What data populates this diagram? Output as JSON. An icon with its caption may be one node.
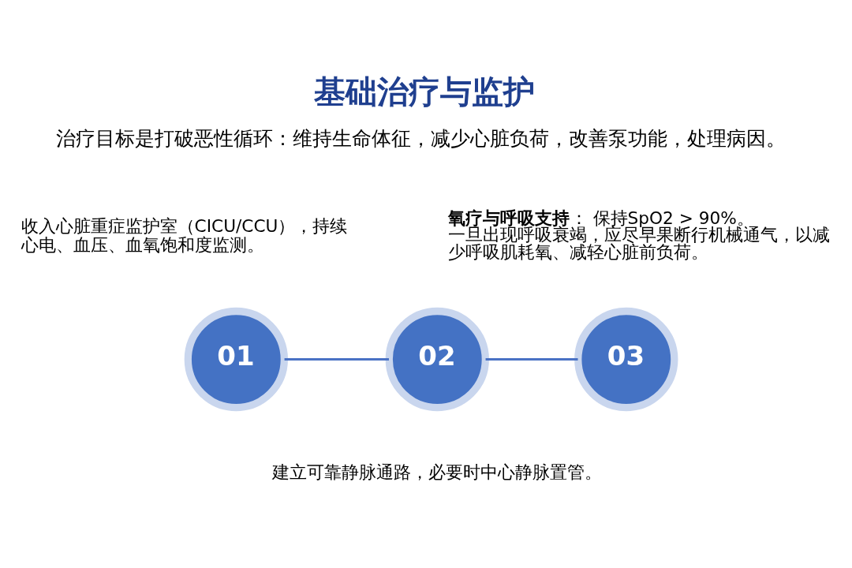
{
  "diagram": {
    "title": "基础治疗与监护",
    "nodes": [
      {
        "text": [
          "01"
        ],
        "beside": [
          "收入心脏重症监护室（CICU/CCU），持续心电、血压、血氧饱和度监测。"
        ]
      },
      {
        "text": [
          "02"
        ],
        "beside": [
          "建立可靠静脉通路，必要时中心静脉置管。"
        ]
      },
      {
        "text": [
          "03"
        ],
        "beside": [
          "**氧疗与呼吸支持**： 保持SpO2 > 90%。一旦出现呼吸衰竭，应尽早果断行机械通气，以减少呼吸肌耗氧、减轻心脏前负荷。"
        ]
      }
    ],
    "edges": [
      {
        "from": 0,
        "to": 1,
        "arrow": "none"
      },
      {
        "from": 1,
        "to": 2,
        "arrow": "none"
      }
    ],
    "labels": [
      "治疗目标是打破恶性循环：维持生命体征，减少心脏负荷，改善泵功能，处理病因。"
    ]
  }
}
